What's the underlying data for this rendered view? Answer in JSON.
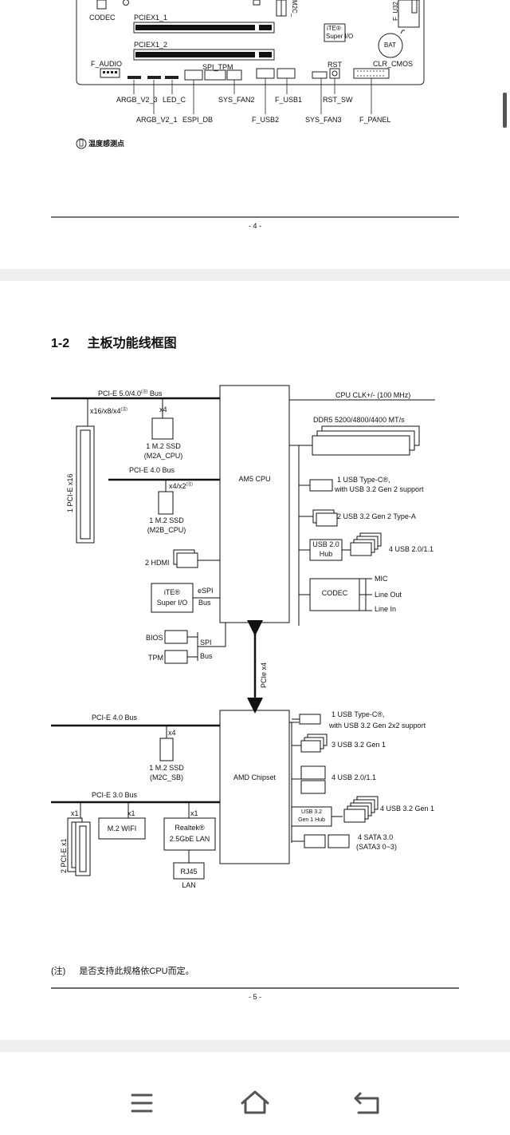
{
  "page1": {
    "board_labels": {
      "codec": "CODEC",
      "pciex1_1": "PCIEX1_1",
      "pciex1_2": "PCIEX1_2",
      "m2c": "M2C_",
      "ite": "iTE®",
      "super_io": "Super I/O",
      "bat": "BAT",
      "f_u32": "F_U32",
      "f_audio": "F_AUDIO",
      "spi_tpm": "SPI_TPM",
      "rst": "RST",
      "clr_cmos": "CLR_CMOS"
    },
    "connector_labels": {
      "argb_v2_3": "ARGB_V2_3",
      "argb_v2_1": "ARGB_V2_1",
      "led_c": "LED_C",
      "espi_db": "ESPI_DB",
      "sys_fan2": "SYS_FAN2",
      "f_usb2": "F_USB2",
      "f_usb1": "F_USB1",
      "sys_fan3": "SYS_FAN3",
      "rst_sw": "RST_SW",
      "f_panel": "F_PANEL"
    },
    "temp_note": "温度感测点",
    "page_number": "- 4 -"
  },
  "page2": {
    "heading_num": "1-2",
    "heading": "主板功能线框图",
    "diagram": {
      "pcie_top_bus": "PCI-E 5.0/4.0",
      "note_mark": "(注)",
      "bus_suffix": "Bus",
      "x16_lanes": "x16/x8/x4",
      "x4": "x4",
      "ssd_a_count": "1 M.2 SSD",
      "ssd_a_name": "(M2A_CPU)",
      "pcie40_bus": "PCI-E 4.0 Bus",
      "x4x2": "x4/x2",
      "ssd_b_count": "1 M.2 SSD",
      "ssd_b_name": "(M2B_CPU)",
      "pcie_x16_slot": "1 PCI-E x16",
      "cpu": "AM5 CPU",
      "cpu_clk": "CPU CLK+/- (100 MHz)",
      "ddr5": "DDR5 5200/4800/4400 MT/s",
      "usbc_cpu_1": "1 USB Type-C®,",
      "usbc_cpu_2": "with USB 3.2 Gen 2 support",
      "usb32g2a": "2 USB 3.2 Gen 2 Type-A",
      "usb20hub_1": "USB 2.0",
      "usb20hub_2": "Hub",
      "usb20_cpu": "4 USB 2.0/1.1",
      "hdmi": "2 HDMI",
      "ite": "iTE®",
      "super_io": "Super I/O",
      "espi": "eSPI",
      "bus": "Bus",
      "codec": "CODEC",
      "mic": "MIC",
      "line_out": "Line Out",
      "line_in": "Line In",
      "bios": "BIOS",
      "tpm": "TPM",
      "spi": "SPI",
      "pcie_x4_link": "PCIe x4",
      "chipset_pcie40": "PCI-E 4.0 Bus",
      "ssd_c_count": "1 M.2 SSD",
      "ssd_c_name": "(M2C_SB)",
      "chipset": "AMD Chipset",
      "usbc_sb_1": "1 USB Type-C®,",
      "usbc_sb_2": "with USB 3.2 Gen 2x2 support",
      "usb32g1_3": "3 USB 3.2 Gen 1",
      "usb20_sb": "4 USB 2.0/1.1",
      "usb32hub_1": "USB 3.2",
      "usb32hub_2": "Gen 1 Hub",
      "usb32g1_4": "4 USB 3.2 Gen 1",
      "sata_1": "4 SATA 3.0",
      "sata_2": "(SATA3 0~3)",
      "pcie30_bus": "PCI-E 3.0 Bus",
      "x1": "x1",
      "pcie_x1_slots": "2 PCI-E x1",
      "m2_wifi": "M.2 WIFI",
      "realtek": "Realtek®",
      "lan_25": "2.5GbE LAN",
      "rj45": "RJ45",
      "lan": "LAN"
    },
    "footnote_mark": "(注)",
    "footnote": "是否支持此规格依CPU而定。",
    "page_number": "- 5 -"
  },
  "navbar": {
    "menu_icon": "menu-icon",
    "home_icon": "home-icon",
    "back_icon": "back-icon"
  }
}
